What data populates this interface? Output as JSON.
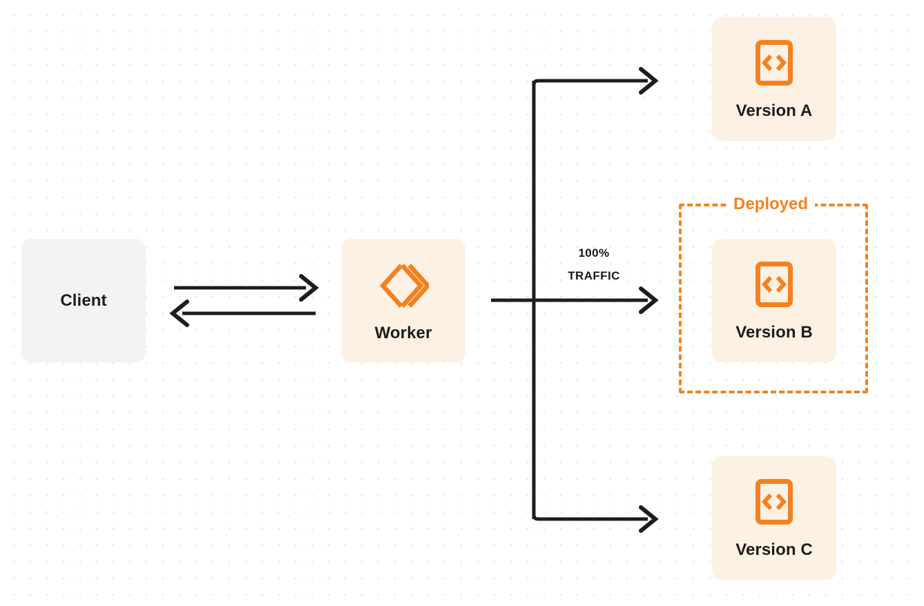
{
  "diagram": {
    "title": "Worker version routing diagram",
    "colors": {
      "accent_orange": "#F48120",
      "card_cream": "#FDF1E3",
      "card_gray": "#F2F3F4",
      "line_black": "#1D1D1D",
      "dot_grid": "#E8E9EA",
      "background": "#FFFFFF"
    }
  },
  "nodes": {
    "client": {
      "label": "Client",
      "icon": "none"
    },
    "worker": {
      "label": "Worker",
      "icon": "cloudflare-workers-logo"
    },
    "version_a": {
      "label": "Version A",
      "icon": "code-brackets-icon"
    },
    "version_b": {
      "label": "Version B",
      "icon": "code-brackets-icon"
    },
    "version_c": {
      "label": "Version C",
      "icon": "code-brackets-icon"
    }
  },
  "group": {
    "deployed_label": "Deployed"
  },
  "edges": {
    "traffic": {
      "percent": "100%",
      "unit": "TRAFFIC"
    }
  }
}
